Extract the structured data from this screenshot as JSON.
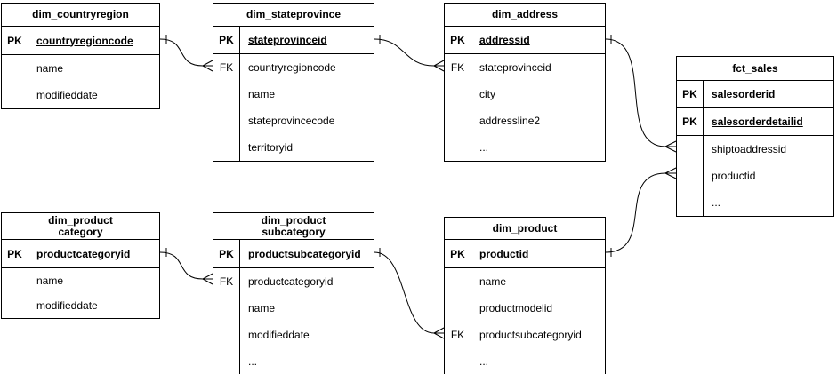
{
  "diagram": {
    "type": "entity-relationship",
    "notation": "crow-foot",
    "colors": {
      "border": "#000000",
      "background": "#ffffff",
      "text": "#000000"
    }
  },
  "tables": [
    {
      "name": "dim_countryregion",
      "title": "dim_countryregion",
      "key_rows": [
        {
          "badge": "PK",
          "field": "countryregioncode"
        }
      ],
      "body_rows": [
        {
          "badge": "",
          "field": "name"
        },
        {
          "badge": "",
          "field": "modifieddate"
        }
      ]
    },
    {
      "name": "dim_stateprovince",
      "title": "dim_stateprovince",
      "key_rows": [
        {
          "badge": "PK",
          "field": "stateprovinceid"
        }
      ],
      "body_rows": [
        {
          "badge": "FK",
          "field": "countryregioncode"
        },
        {
          "badge": "",
          "field": "name"
        },
        {
          "badge": "",
          "field": "stateprovincecode"
        },
        {
          "badge": "",
          "field": "territoryid"
        }
      ]
    },
    {
      "name": "dim_address",
      "title": "dim_address",
      "key_rows": [
        {
          "badge": "PK",
          "field": "addressid"
        }
      ],
      "body_rows": [
        {
          "badge": "FK",
          "field": "stateprovinceid"
        },
        {
          "badge": "",
          "field": "city"
        },
        {
          "badge": "",
          "field": "addressline2"
        },
        {
          "badge": "",
          "field": "..."
        }
      ]
    },
    {
      "name": "fct_sales",
      "title": "fct_sales",
      "key_rows": [
        {
          "badge": "PK",
          "field": "salesorderid"
        },
        {
          "badge": "PK",
          "field": "salesorderdetailid"
        }
      ],
      "body_rows": [
        {
          "badge": "",
          "field": "shiptoaddressid"
        },
        {
          "badge": "",
          "field": "productid"
        },
        {
          "badge": "",
          "field": "..."
        }
      ]
    },
    {
      "name": "dim_productcategory",
      "title": "dim_product\ncategory",
      "key_rows": [
        {
          "badge": "PK",
          "field": "productcategoryid"
        }
      ],
      "body_rows": [
        {
          "badge": "",
          "field": "name"
        },
        {
          "badge": "",
          "field": "modifieddate"
        }
      ]
    },
    {
      "name": "dim_productsubcategory",
      "title": "dim_product\nsubcategory",
      "key_rows": [
        {
          "badge": "PK",
          "field": "productsubcategoryid"
        }
      ],
      "body_rows": [
        {
          "badge": "FK",
          "field": "productcategoryid"
        },
        {
          "badge": "",
          "field": "name"
        },
        {
          "badge": "",
          "field": "modifieddate"
        },
        {
          "badge": "",
          "field": "..."
        }
      ]
    },
    {
      "name": "dim_product",
      "title": "dim_product",
      "key_rows": [
        {
          "badge": "PK",
          "field": "productid"
        }
      ],
      "body_rows": [
        {
          "badge": "",
          "field": "name"
        },
        {
          "badge": "",
          "field": "productmodelid"
        },
        {
          "badge": "FK",
          "field": "productsubcategoryid"
        },
        {
          "badge": "",
          "field": "..."
        }
      ]
    }
  ],
  "relations": [
    {
      "from_table": "dim_countryregion",
      "from_field": "countryregioncode",
      "from_cardinality": "one",
      "to_table": "dim_stateprovince",
      "to_field": "countryregioncode",
      "to_cardinality": "many"
    },
    {
      "from_table": "dim_stateprovince",
      "from_field": "stateprovinceid",
      "from_cardinality": "one",
      "to_table": "dim_address",
      "to_field": "stateprovinceid",
      "to_cardinality": "many"
    },
    {
      "from_table": "dim_address",
      "from_field": "addressid",
      "from_cardinality": "one",
      "to_table": "fct_sales",
      "to_field": "shiptoaddressid",
      "to_cardinality": "many"
    },
    {
      "from_table": "dim_product",
      "from_field": "productid",
      "from_cardinality": "one",
      "to_table": "fct_sales",
      "to_field": "productid",
      "to_cardinality": "many"
    },
    {
      "from_table": "dim_productcategory",
      "from_field": "productcategoryid",
      "from_cardinality": "one",
      "to_table": "dim_productsubcategory",
      "to_field": "productcategoryid",
      "to_cardinality": "many"
    },
    {
      "from_table": "dim_productsubcategory",
      "from_field": "productsubcategoryid",
      "from_cardinality": "one",
      "to_table": "dim_product",
      "to_field": "productsubcategoryid",
      "to_cardinality": "many"
    }
  ]
}
